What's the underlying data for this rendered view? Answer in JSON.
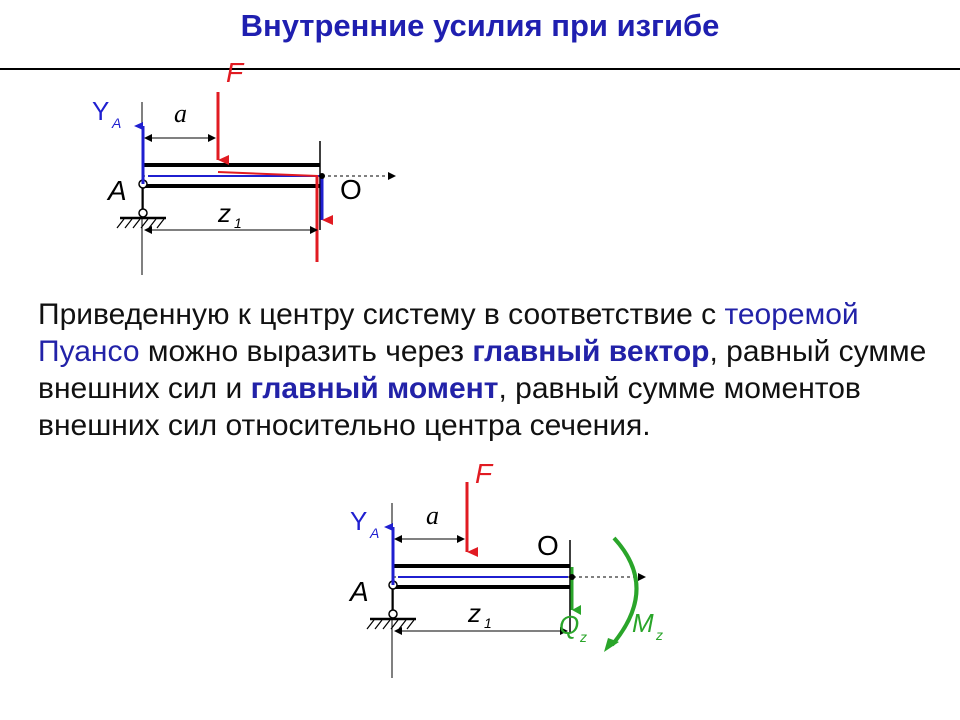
{
  "title": "Внутренние усилия при изгибе",
  "colors": {
    "title": "#1f1fb0",
    "force": "#e11b22",
    "reaction": "#1f1fd0",
    "internal": "#2aa52a"
  },
  "diagram1": {
    "force_label": "F",
    "reaction_label": "Y",
    "reaction_sub": "A",
    "support_label": "A",
    "center_label": "O",
    "dim_a": "a",
    "dim_z": "z",
    "dim_z_sub": "1"
  },
  "diagram2": {
    "force_label": "F",
    "reaction_label": "Y",
    "reaction_sub": "A",
    "support_label": "A",
    "center_label": "O",
    "dim_a": "a",
    "dim_z": "z",
    "dim_z_sub": "1",
    "shear_label": "Q",
    "shear_sub": "z",
    "moment_label": "M",
    "moment_sub": "z"
  },
  "text": {
    "t1": "Приведенную к центру систему в соответствие с ",
    "t2": "теоремой Пуансо",
    "t3": " можно выразить через ",
    "t4": "главный вектор",
    "t5": ", равный сумме внешних сил и ",
    "t6": "главный момент",
    "t7": ", равный сумме моментов внешних сил относительно центра сечения."
  }
}
